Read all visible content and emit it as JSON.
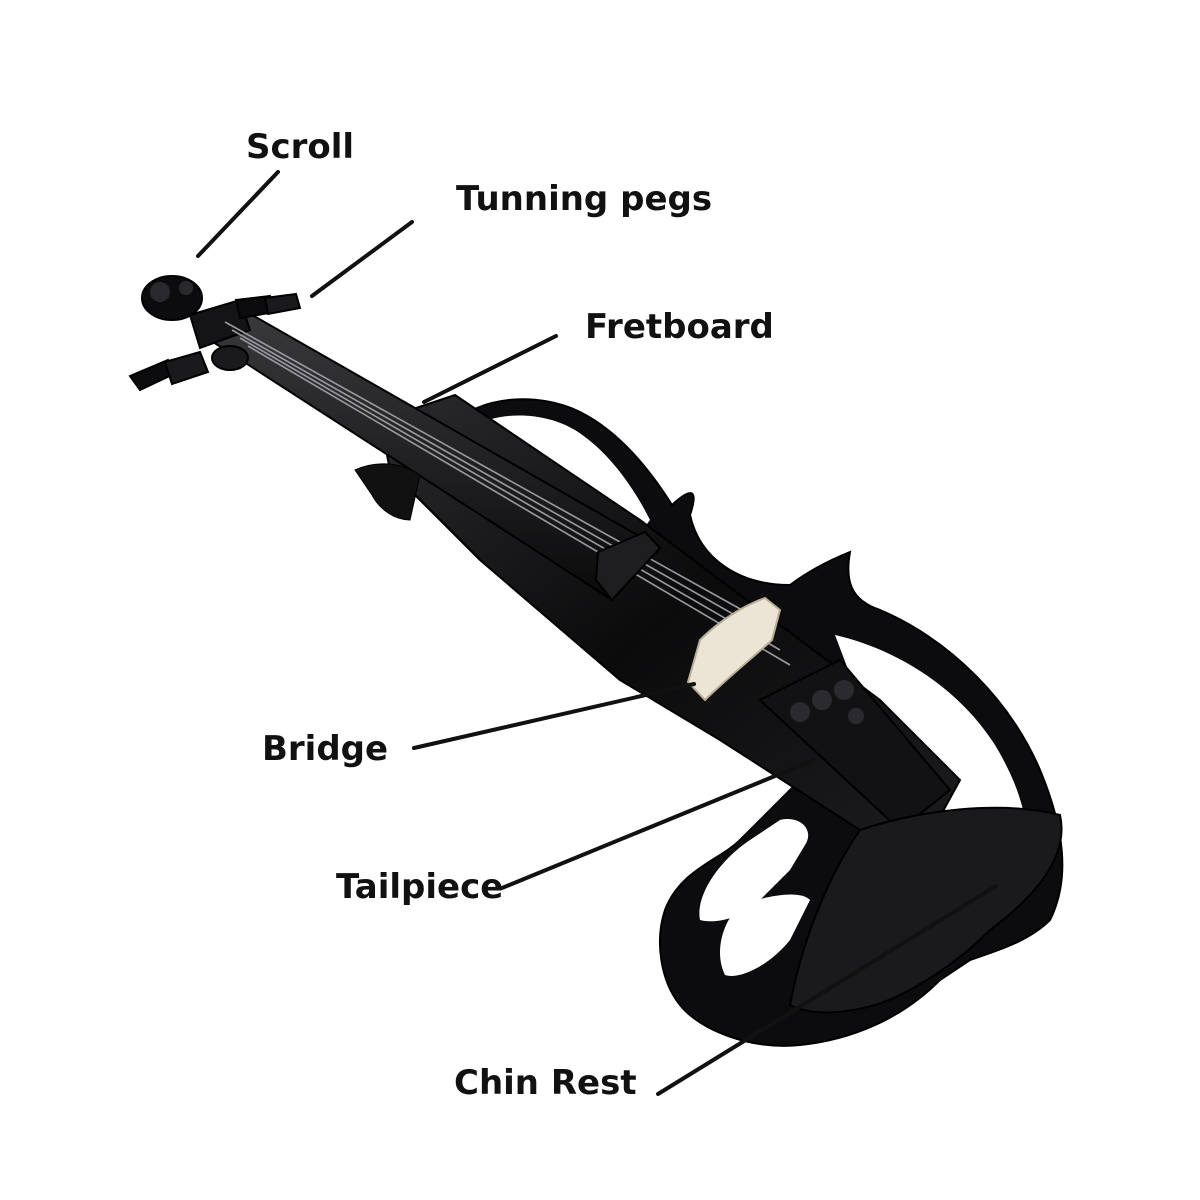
{
  "labels": {
    "scroll": "Scroll",
    "tuning_pegs": "Tunning pegs",
    "fretboard": "Fretboard",
    "bridge": "Bridge",
    "tailpiece": "Tailpiece",
    "chin_rest": "Chin Rest"
  },
  "colors": {
    "background": "#ffffff",
    "body": "#0b0b0c",
    "highlight": "#3a3a3e",
    "bridge": "#e8e0d0",
    "leader_line": "#111111",
    "text": "#111111"
  }
}
